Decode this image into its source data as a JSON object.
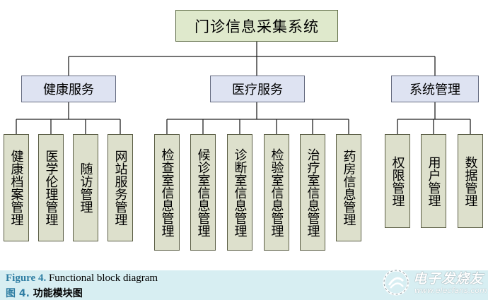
{
  "diagram": {
    "root": "门诊信息采集系统",
    "groups": [
      {
        "label": "健康服务",
        "children": [
          "健康档案管理",
          "医学伦理管理",
          "随访管理",
          "网站服务管理"
        ]
      },
      {
        "label": "医疗服务",
        "children": [
          "检查室信息管理",
          "候诊室信息管理",
          "诊断室信息管理",
          "检验室信息管理",
          "治疗室信息管理",
          "药房信息管理"
        ]
      },
      {
        "label": "系统管理",
        "children": [
          "权限管理",
          "用户管理",
          "数据管理"
        ]
      }
    ]
  },
  "caption": {
    "en_number": "Figure 4.",
    "en_text": " Functional block diagram",
    "zh_number": "图 4.",
    "zh_text": "  功能模块图"
  },
  "watermark": {
    "brand": "电子发烧友",
    "url": "www.elecfans.com"
  }
}
